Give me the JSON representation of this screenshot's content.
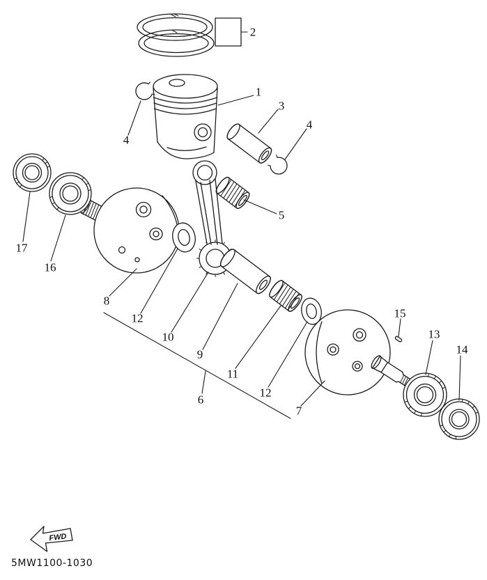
{
  "colors": {
    "ink": "#1a1a1a",
    "paper": "#ffffff"
  },
  "footer": {
    "part_code": "5MW1100-1030"
  },
  "fwd_marker": {
    "label": "FWD"
  },
  "callouts": [
    {
      "label": "2"
    },
    {
      "label": "1"
    },
    {
      "label": "3"
    },
    {
      "label": "4"
    },
    {
      "label": "4"
    },
    {
      "label": "5"
    },
    {
      "label": "17"
    },
    {
      "label": "16"
    },
    {
      "label": "8"
    },
    {
      "label": "12"
    },
    {
      "label": "10"
    },
    {
      "label": "9"
    },
    {
      "label": "11"
    },
    {
      "label": "12"
    },
    {
      "label": "6"
    },
    {
      "label": "7"
    },
    {
      "label": "15"
    },
    {
      "label": "13"
    },
    {
      "label": "14"
    }
  ]
}
